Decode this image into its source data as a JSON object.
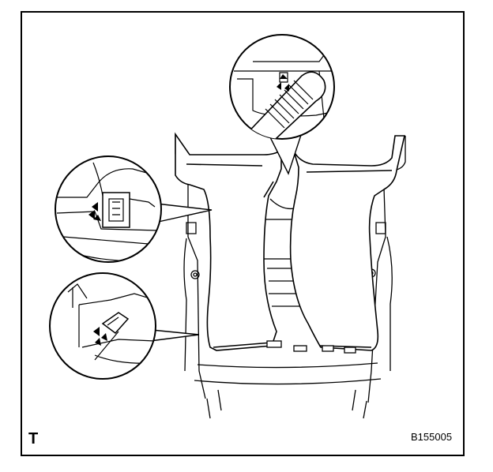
{
  "figure": {
    "corner_letter": "T",
    "figure_id": "B155005"
  },
  "callouts": [
    {
      "name": "top-detail",
      "depicts": "duct-connector-clip"
    },
    {
      "name": "left-upper-detail",
      "depicts": "bracket-clip"
    },
    {
      "name": "left-lower-detail",
      "depicts": "duct-end-clip"
    }
  ],
  "colors": {
    "line": "#000000",
    "background": "#ffffff"
  }
}
